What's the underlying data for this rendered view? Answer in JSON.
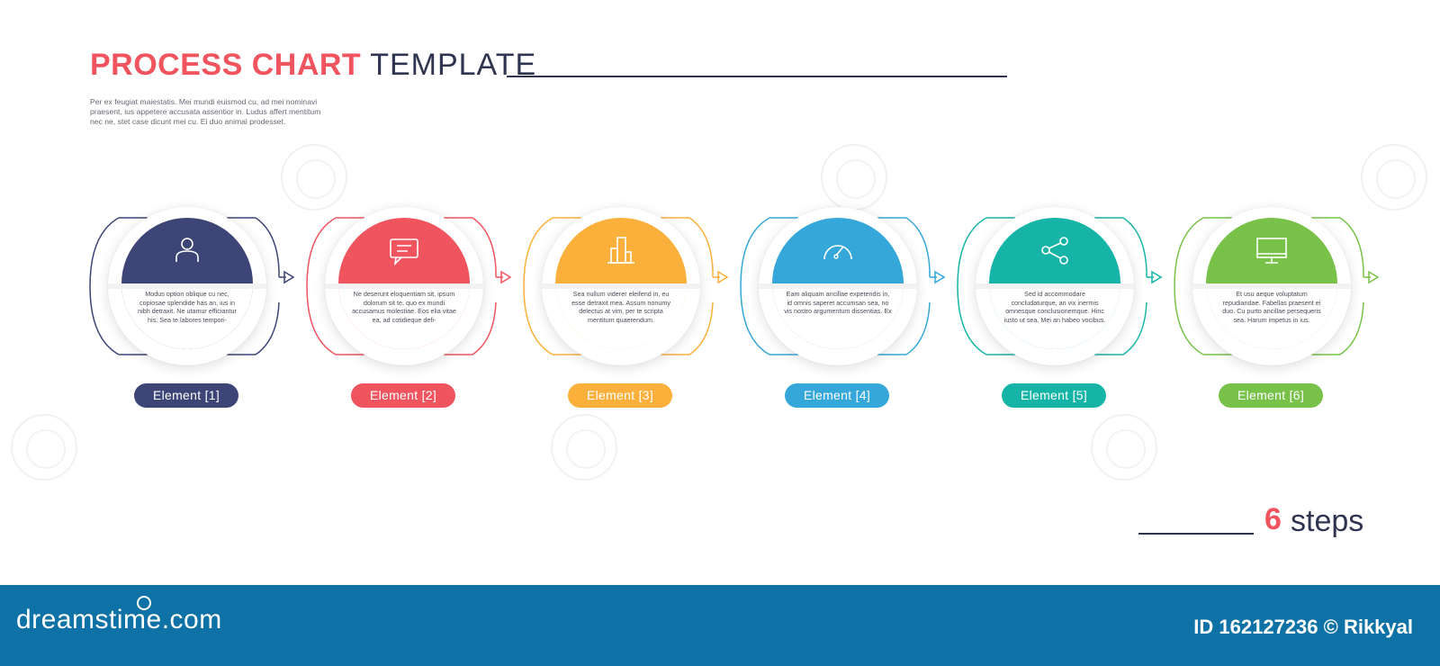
{
  "header": {
    "title_bold": "PROCESS CHART",
    "title_light": "TEMPLATE",
    "intro": "Per ex feugiat maiestatis. Mei mundi euismod cu, ad mei nominavi praesent, ius appetere accusata assentior in. Ludus affert mentitum nec ne, stet case dicunt mei cu. Ei duo animal prodesset."
  },
  "steps": [
    {
      "label": "Element [1]",
      "color": "#3d4577",
      "icon": "person-icon",
      "text": "Modus option oblique cu nec, copiosae splendide has an, ius in nibh detraxit. Ne utamur efficiantur his. Sea te labores tempori-"
    },
    {
      "label": "Element [2]",
      "color": "#f0545f",
      "icon": "chat-icon",
      "text": "Ne deserunt eloquentiam sit, ipsum dolorum sit te, quo ex mundi accusamus molestiae. Eos elia vitae ea, ad cotidieque defi-"
    },
    {
      "label": "Element [3]",
      "color": "#fbb03b",
      "icon": "buildings-icon",
      "text": "Sea nullum viderer eleifend in, eu esse detraxit mea. Assum nonumy delectus at vim, per te scripta mentitum quaerendum."
    },
    {
      "label": "Element [4]",
      "color": "#35a7d8",
      "icon": "gauge-icon",
      "text": "Eam aliquam ancillae expetendis in, id omnis saperet accumsan sea, no vis nostro argumentum dissentias. Ex"
    },
    {
      "label": "Element [5]",
      "color": "#16b4a7",
      "icon": "share-icon",
      "text": "Sed id accommodare concludaturque, an vix inermis omnesque conclusionemque. Hinc iusto ut sea. Mei an habeo vocibus."
    },
    {
      "label": "Element [6]",
      "color": "#79c24a",
      "icon": "monitor-icon",
      "text": "Et usu aeque voluptatum repudiandae. Fabellas praesent ei duo. Cu purto ancillae persequeris sea. Harum impetus in ius."
    }
  ],
  "footer_steps": {
    "number": "6",
    "word": "steps"
  },
  "footer": {
    "brand": "dreamstime.com",
    "credit": "ID 162127236 © Rikkyal"
  }
}
